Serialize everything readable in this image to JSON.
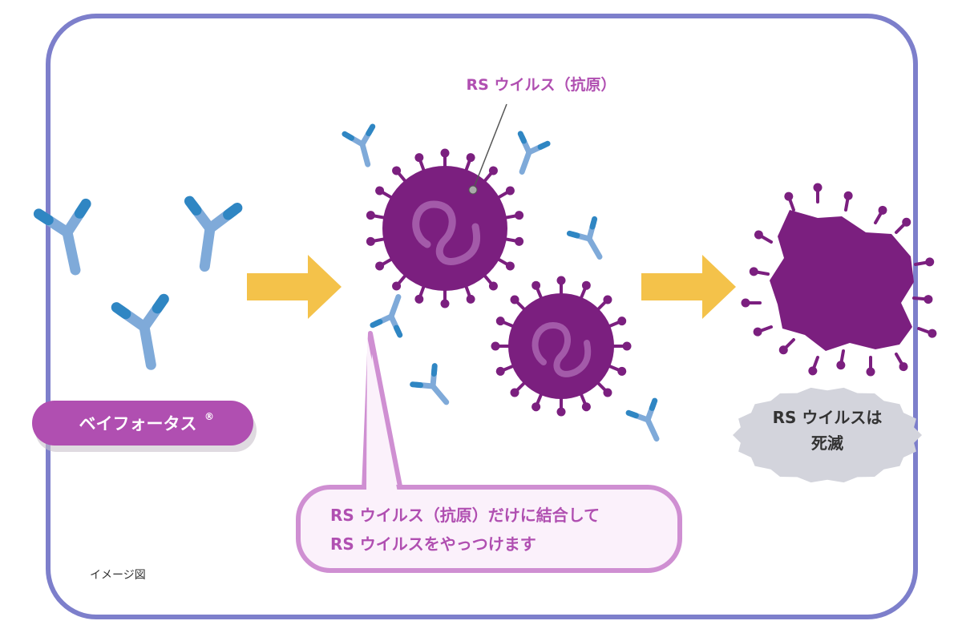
{
  "drug_label": "ベイフォータス",
  "drug_label_mark": "®",
  "virus_antigen_label": "RS ウイルス（抗原）",
  "callout": {
    "line1": "RS ウイルス（抗原）だけに結合して",
    "line2": "RS ウイルスをやっつけます"
  },
  "result": {
    "line1": "RS ウイルスは",
    "line2": "死滅"
  },
  "image_note": "イメージ図",
  "colors": {
    "frame": "#7d7fcb",
    "antibody_body": "#7faad9",
    "antibody_tip": "#2f86c3",
    "virus": "#7b1f7f",
    "virus_squiggle": "#a35aa9",
    "arrow": "#f4c24a",
    "drug_pill": "#b04fb1",
    "callout_border": "#cf8fd2",
    "callout_fill": "#fbf1fb",
    "callout_text": "#b04fb1",
    "burst_fill": "#d3d4dc",
    "text_dark": "#333333"
  },
  "icons": [
    "antibody-icon",
    "virus-icon",
    "arrow-right-icon",
    "destroyed-virus-icon"
  ]
}
